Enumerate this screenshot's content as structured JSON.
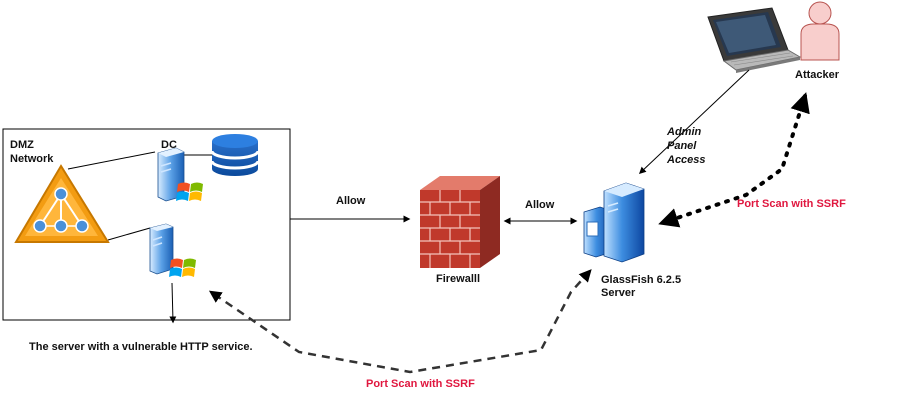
{
  "labels": {
    "dmz_line1": "DMZ",
    "dmz_line2": "Network",
    "dc": "DC",
    "allow_left": "Allow",
    "allow_right": "Allow",
    "firewall": "Firewalll",
    "glassfish_line1": "GlassFish 6.2.5",
    "glassfish_line2": "Server",
    "attacker": "Attacker",
    "admin_line1": "Admin",
    "admin_line2": "Panel",
    "admin_line3": "Access",
    "port_scan_right": "Port Scan with SSRF",
    "port_scan_bottom": "Port Scan with SSRF",
    "vuln_server": "The server with a vulnerable HTTP service."
  },
  "colors": {
    "accent_red": "#e0173f",
    "network_orange": "#f39c12",
    "node_blue": "#4a90d9",
    "server_blue": "#1565c0",
    "firewall_brick": "#c0392b",
    "person_pink": "#f8cecc"
  },
  "icons": {
    "network": "network-hub-icon",
    "dc_server": "windows-server-icon",
    "database": "database-icon",
    "web_server": "windows-server-icon",
    "firewall": "firewall-icon",
    "glassfish": "server-tower-icon",
    "laptop": "laptop-icon",
    "attacker": "person-icon"
  }
}
